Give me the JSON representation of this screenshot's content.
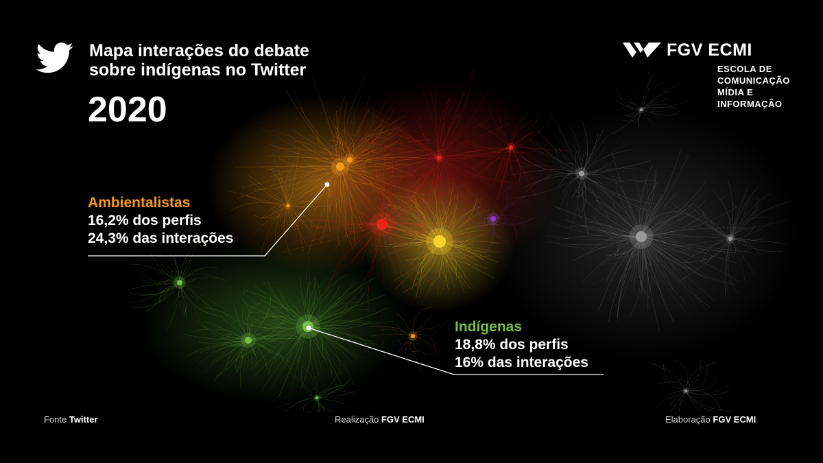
{
  "header": {
    "title_line1": "Mapa interações do debate",
    "title_line2": "sobre indígenas no Twitter",
    "year": "2020"
  },
  "brand": {
    "name": "FGV ECMI",
    "subtitle_lines": [
      "ESCOLA DE",
      "COMUNICAÇÃO",
      "MÍDIA E",
      "INFORMAÇÃO"
    ]
  },
  "annotations": {
    "ambientalistas": {
      "group": "Ambientalistas",
      "line1": "16,2% dos perfis",
      "line2": "24,3% das interações",
      "color": "#f59a1b"
    },
    "indigenas": {
      "group": "Indígenas",
      "line1": "18,8% dos perfis",
      "line2": "16% das interações",
      "color": "#79bd4a"
    }
  },
  "footer": {
    "fonte_label": "Fonte",
    "fonte_value": "Twitter",
    "realizacao_label": "Realização",
    "realizacao_value": "FGV ECMI",
    "elaboracao_label": "Elaboração",
    "elaboracao_value": "FGV ECMI"
  },
  "colors": {
    "background": "#000000",
    "ambientalistas": "#f59a1b",
    "indigenas": "#79bd4a",
    "red_cluster": "#e8271c",
    "yellow_cluster": "#f5d430",
    "grey_cluster": "#9a9a9a",
    "purple_cluster": "#8a3cc8"
  },
  "icons": {
    "twitter": "twitter-bird-icon",
    "brand": "fgv-logo-icon"
  }
}
